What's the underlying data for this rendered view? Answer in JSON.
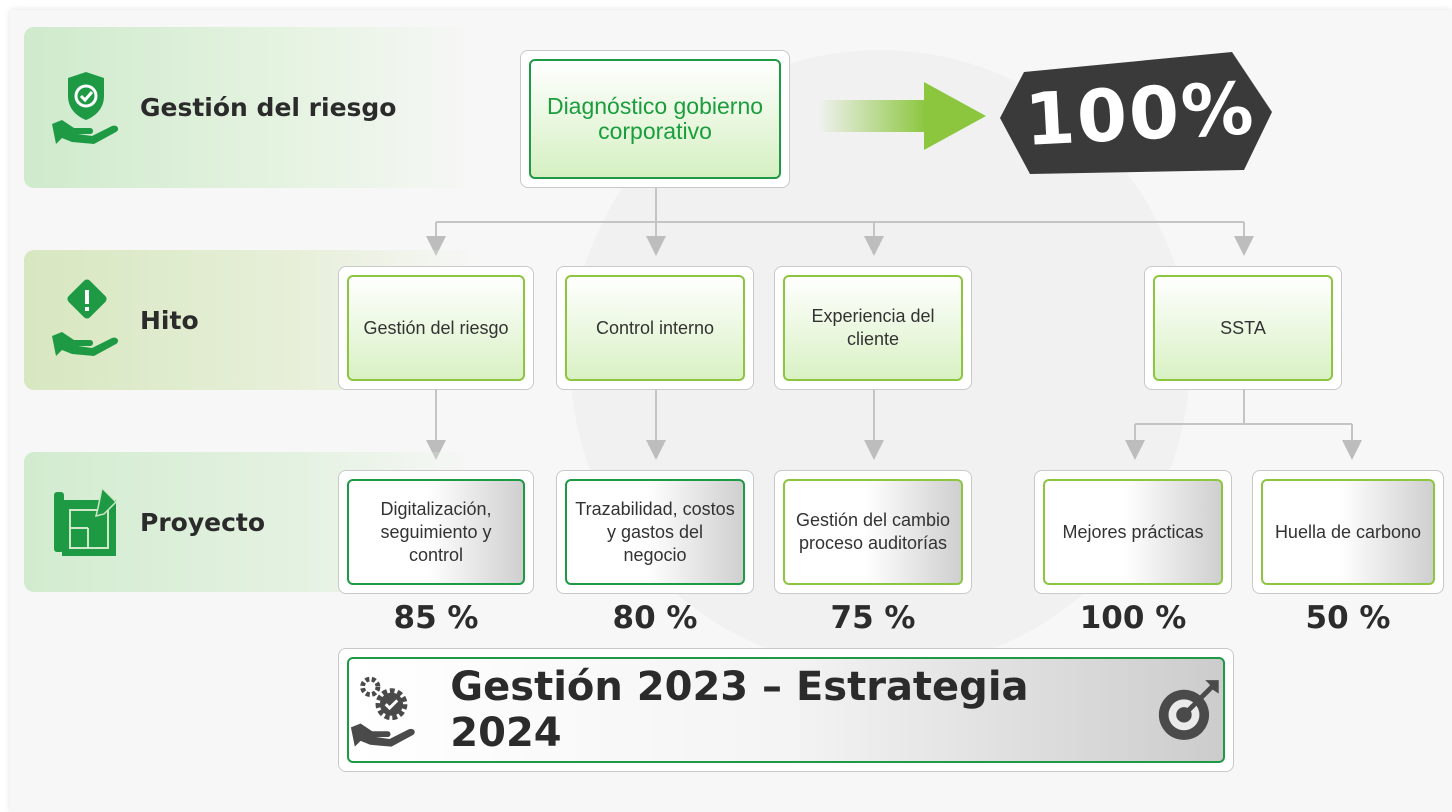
{
  "categories": [
    {
      "label": "Gestión del riesgo",
      "icon": "shield-hand-icon"
    },
    {
      "label": "Hito",
      "icon": "warning-hand-icon"
    },
    {
      "label": "Proyecto",
      "icon": "blueprint-icon"
    }
  ],
  "root": {
    "label": "Diagnóstico gobierno corporativo"
  },
  "root_result": {
    "value": "100%",
    "icon": "arrow-right-icon"
  },
  "milestones": [
    {
      "label": "Gestión del riesgo"
    },
    {
      "label": "Control interno"
    },
    {
      "label": "Experiencia del cliente"
    },
    {
      "label": "SSTA"
    }
  ],
  "projects": [
    {
      "label": "Digitalización, seguimiento y control",
      "percent": "85 %"
    },
    {
      "label": "Trazabilidad, costos y gastos del negocio",
      "percent": "80 %"
    },
    {
      "label": "Gestión del cambio proceso auditorías",
      "percent": "75 %"
    },
    {
      "label": "Mejores prácticas",
      "percent": "100 %"
    },
    {
      "label": "Huella de carbono",
      "percent": "50 %"
    }
  ],
  "footer": {
    "title": "Gestión 2023 – Estrategia 2024",
    "left_icon": "gears-hand-icon",
    "right_icon": "target-arrow-icon"
  },
  "colors": {
    "dark_green": "#1e9a45",
    "light_green": "#8cc63f",
    "badge": "#3a3a3a"
  }
}
